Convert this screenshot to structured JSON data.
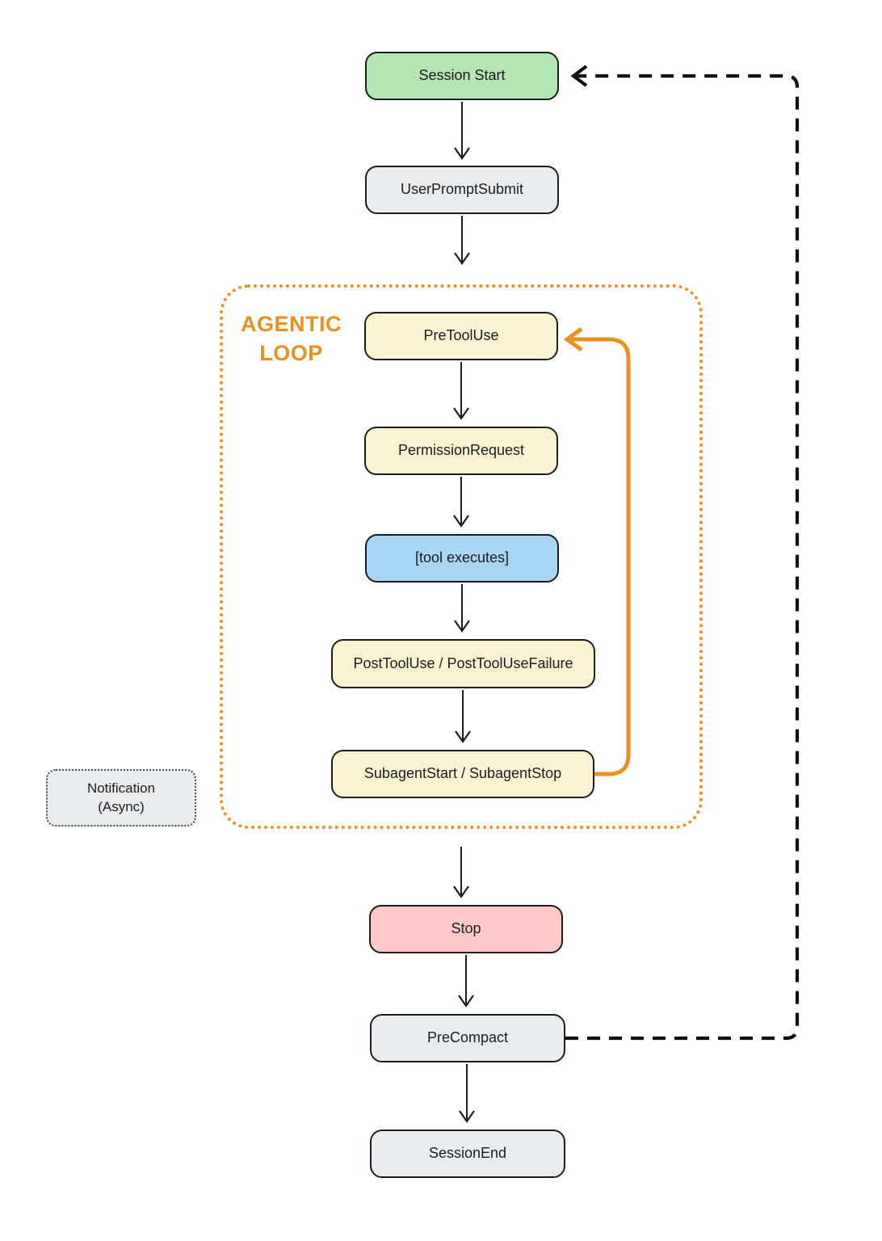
{
  "diagram": {
    "title_context": "Hook lifecycle flowchart",
    "nodes": {
      "session_start": {
        "label": "Session Start",
        "fill": "#b3e6b3"
      },
      "user_prompt_submit": {
        "label": "UserPromptSubmit",
        "fill": "#e9ecef"
      },
      "pre_tool_use": {
        "label": "PreToolUse",
        "fill": "#faf3d2"
      },
      "permission_request": {
        "label": "PermissionRequest",
        "fill": "#faf3d2"
      },
      "tool_executes": {
        "label": "[tool executes]",
        "fill": "#a9d5f7"
      },
      "post_tool_use": {
        "label": "PostToolUse / PostToolUseFailure",
        "fill": "#faf3d2"
      },
      "subagent": {
        "label": "SubagentStart / SubagentStop",
        "fill": "#faf3d2"
      },
      "notification": {
        "line1": "Notification",
        "line2": "(Async)",
        "fill": "#e9ecef"
      },
      "stop": {
        "label": "Stop",
        "fill": "#ffc9c9"
      },
      "pre_compact": {
        "label": "PreCompact",
        "fill": "#e9ecef"
      },
      "session_end": {
        "label": "SessionEnd",
        "fill": "#e9ecef"
      }
    },
    "loop_label": {
      "line1": "AGENTIC",
      "line2": "LOOP"
    },
    "colors": {
      "accent_orange": "#e8911e",
      "line_black": "#1d1d1d",
      "node_green": "#b3e6b3",
      "node_gray": "#e9ecef",
      "node_yellow": "#faf3d2",
      "node_blue": "#a9d5f7",
      "node_pink": "#ffc9c9",
      "background": "#ffffff"
    },
    "edges": [
      {
        "from": "session_start",
        "to": "user_prompt_submit",
        "style": "solid"
      },
      {
        "from": "user_prompt_submit",
        "to": "agentic_loop",
        "style": "solid"
      },
      {
        "from": "pre_tool_use",
        "to": "permission_request",
        "style": "solid"
      },
      {
        "from": "permission_request",
        "to": "tool_executes",
        "style": "solid"
      },
      {
        "from": "tool_executes",
        "to": "post_tool_use",
        "style": "solid"
      },
      {
        "from": "post_tool_use",
        "to": "subagent",
        "style": "solid"
      },
      {
        "from": "subagent",
        "to": "pre_tool_use",
        "style": "orange-loop"
      },
      {
        "from": "agentic_loop",
        "to": "stop",
        "style": "solid"
      },
      {
        "from": "stop",
        "to": "pre_compact",
        "style": "solid"
      },
      {
        "from": "pre_compact",
        "to": "session_end",
        "style": "solid"
      },
      {
        "from": "pre_compact",
        "to": "session_start",
        "style": "dashed"
      }
    ]
  }
}
